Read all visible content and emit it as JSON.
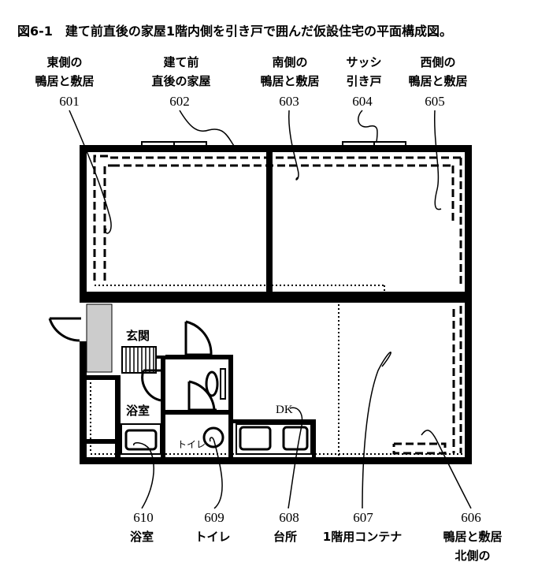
{
  "title": "図6-1　建て前直後の家屋1階内側を引き戸で囲んだ仮設住宅の平面構成図。",
  "top_labels": [
    {
      "line1": "東側の",
      "line2": "鴨居と敷居",
      "num": "601"
    },
    {
      "line1": "建て前",
      "line2": "直後の家屋",
      "num": "602"
    },
    {
      "line1": "南側の",
      "line2": "鴨居と敷居",
      "num": "603"
    },
    {
      "line1": "サッシ",
      "line2": "引き戸",
      "num": "604"
    },
    {
      "line1": "西側の",
      "line2": "鴨居と敷居",
      "num": "605"
    }
  ],
  "bottom_labels": [
    {
      "num": "610",
      "line1": "浴室"
    },
    {
      "num": "609",
      "line1": "トイレ"
    },
    {
      "num": "608",
      "line1": "台所"
    },
    {
      "num": "607",
      "line1": "1階用コンテナ"
    },
    {
      "num": "606",
      "line1": "鴨居と敷居",
      "line2": "北側の"
    }
  ],
  "room_labels": {
    "entrance": "玄関",
    "bath": "浴室",
    "toilet": "トイレ",
    "dk": "DK"
  }
}
